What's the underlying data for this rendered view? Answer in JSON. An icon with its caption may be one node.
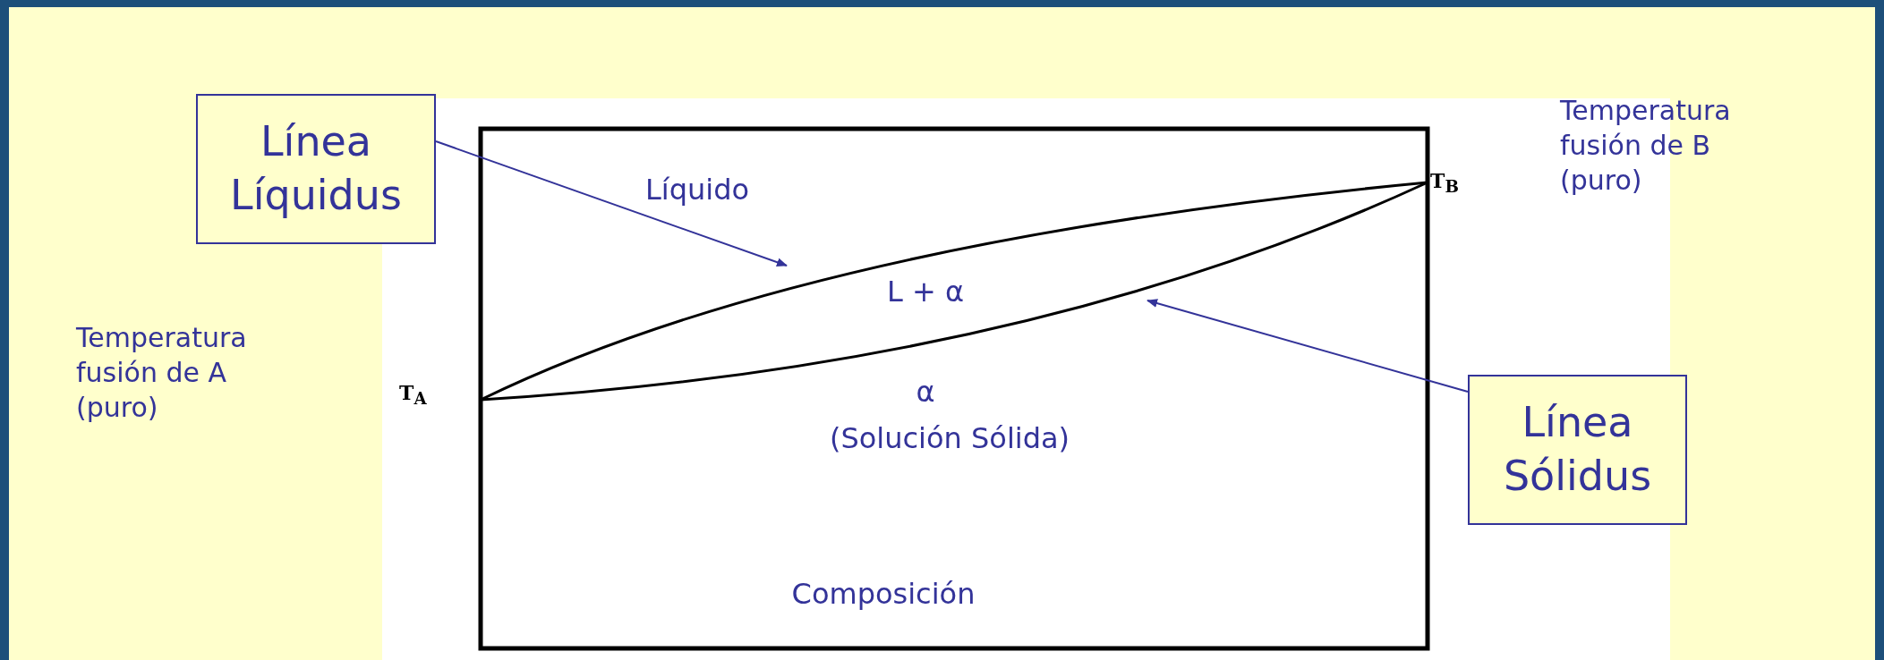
{
  "diagram": {
    "nodes": [
      {
        "text": [
          "Línea Líquidus"
        ]
      },
      {
        "text": [
          "Línea Sólidus"
        ]
      },
      {
        "text": [],
        "shape": "curve"
      },
      {
        "text": [],
        "shape": "curve"
      }
    ],
    "edges": [
      {
        "from": 0,
        "to": 2,
        "arrow": "to"
      },
      {
        "from": 1,
        "to": 3,
        "arrow": "to"
      }
    ],
    "labels": [
      "Temperatura fusión de B (puro)",
      "T$_{B}$",
      "Líquido",
      "L + α",
      "Temperatura fusión de A (puro)",
      "T$_{A}$",
      "α",
      "(Solución Sólida)",
      "Composición"
    ]
  }
}
